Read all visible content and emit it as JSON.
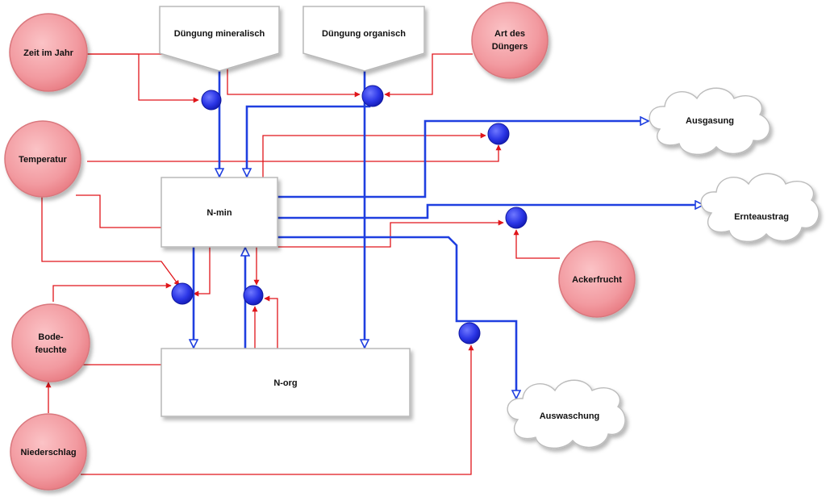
{
  "colors": {
    "flow": "#1f3fe0",
    "influence": "#e0151a",
    "parameter_fill": "#f39ca1",
    "valve": "#2b36e6",
    "box_border": "#b8b8b8"
  },
  "stocks": {
    "nmin": "N-min",
    "norg": "N-org"
  },
  "sources": {
    "mineral": "Düngung mineralisch",
    "organic": "Düngung organisch"
  },
  "parameters": {
    "zeit": "Zeit im Jahr",
    "temperatur": "Temperatur",
    "bodefeuchte_1": "Bode-",
    "bodefeuchte_2": "feuchte",
    "niederschlag": "Niederschlag",
    "art_1": "Art des",
    "art_2": "Düngers",
    "ackerfrucht": "Ackerfrucht"
  },
  "sinks": {
    "ausgasung": "Ausgasung",
    "ernteaustrag": "Ernteaustrag",
    "auswaschung": "Auswaschung"
  }
}
